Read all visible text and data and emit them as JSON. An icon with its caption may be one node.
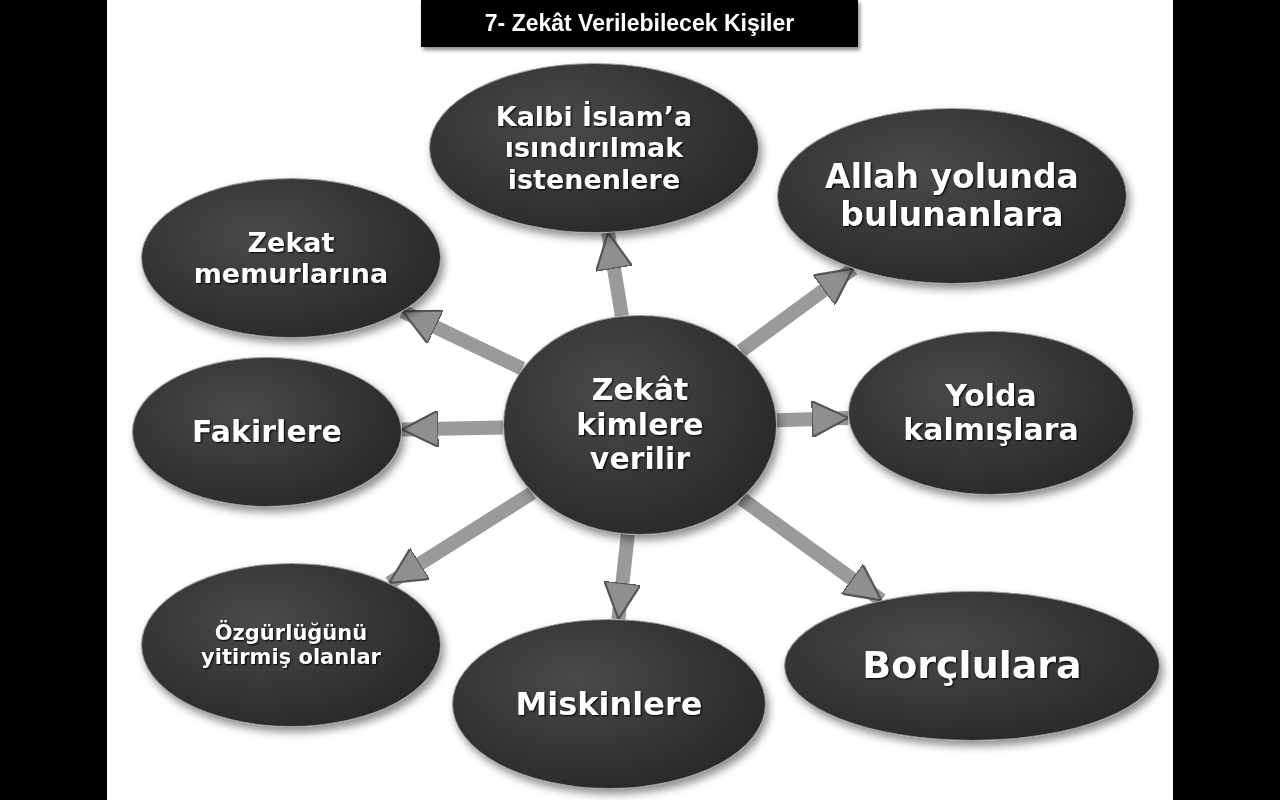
{
  "diagram": {
    "title": "7- Zekât Verilebilecek Kişiler",
    "nodes": [
      {
        "text": [
          "Zekât kimlere verilir"
        ]
      },
      {
        "text": [
          "Kalbi İslam’a ısındırılmak istenenlere"
        ]
      },
      {
        "text": [
          "Allah yolunda bulunanlara"
        ]
      },
      {
        "text": [
          "Zekat memurlarına"
        ]
      },
      {
        "text": [
          "Yolda kalmışlara"
        ]
      },
      {
        "text": [
          "Fakirlere"
        ]
      },
      {
        "text": [
          "Özgürlüğünü yitirmiş olanlar"
        ]
      },
      {
        "text": [
          "Borçlulara"
        ]
      },
      {
        "text": [
          "Miskinlere"
        ]
      }
    ],
    "edges": [
      {
        "from": 0,
        "to": 1,
        "arrow": "to"
      },
      {
        "from": 0,
        "to": 2,
        "arrow": "to"
      },
      {
        "from": 0,
        "to": 3,
        "arrow": "to"
      },
      {
        "from": 0,
        "to": 4,
        "arrow": "to"
      },
      {
        "from": 0,
        "to": 5,
        "arrow": "to"
      },
      {
        "from": 0,
        "to": 6,
        "arrow": "to"
      },
      {
        "from": 0,
        "to": 7,
        "arrow": "to"
      },
      {
        "from": 0,
        "to": 8,
        "arrow": "to"
      }
    ]
  }
}
